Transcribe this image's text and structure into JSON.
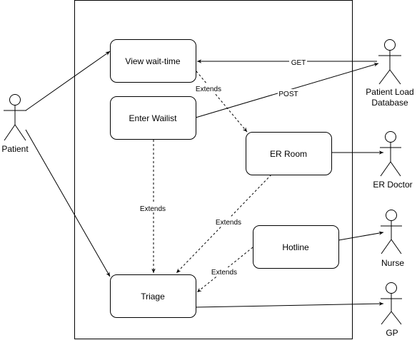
{
  "diagram": {
    "use_cases": {
      "view_wait_time": "View wait-time",
      "enter_wailist": "Enter Wailist",
      "er_room": "ER Room",
      "hotline": "Hotline",
      "triage": "Triage"
    },
    "actors": {
      "patient": "Patient",
      "patient_load_db_line1": "Patient Load",
      "patient_load_db_line2": "Database",
      "er_doctor": "ER Doctor",
      "nurse": "Nurse",
      "gp": "GP"
    },
    "edge_labels": {
      "get": "GET",
      "post": "POST",
      "extends_view_to_er": "Extends",
      "extends_wailist_to_triage": "Extends",
      "extends_er_to_triage": "Extends",
      "extends_hotline_to_triage": "Extends"
    },
    "colors": {
      "stroke": "#000000",
      "background": "#ffffff",
      "label_bg": "#ffffff"
    }
  }
}
